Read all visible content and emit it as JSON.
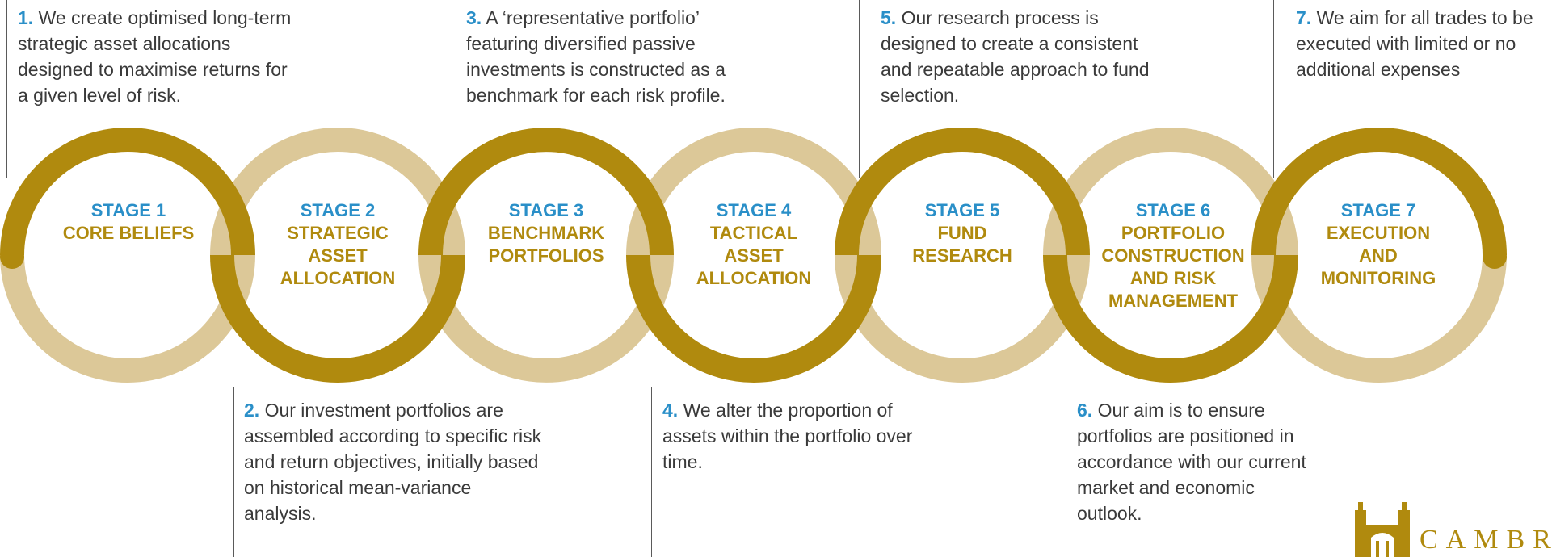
{
  "stages": [
    {
      "label": "STAGE 1",
      "name": "CORE BELIEFS"
    },
    {
      "label": "STAGE 2",
      "name": "STRATEGIC\nASSET\nALLOCATION"
    },
    {
      "label": "STAGE 3",
      "name": "BENCHMARK\nPORTFOLIOS"
    },
    {
      "label": "STAGE 4",
      "name": "TACTICAL\nASSET\nALLOCATION"
    },
    {
      "label": "STAGE 5",
      "name": "FUND\nRESEARCH"
    },
    {
      "label": "STAGE 6",
      "name": "PORTFOLIO\nCONSTRUCTION\nAND RISK\nMANAGEMENT"
    },
    {
      "label": "STAGE 7",
      "name": "EXECUTION\nAND\nMONITORING"
    }
  ],
  "descriptions": [
    {
      "num": "1.",
      "text": "We create optimised long-term strategic asset allocations designed to maximise returns for a given level of risk."
    },
    {
      "num": "2.",
      "text": "Our investment portfolios are assembled according to specific risk and return objectives, initially based on historical mean-variance analysis."
    },
    {
      "num": "3.",
      "text": "A ‘representative portfolio’ featuring diversified passive investments is constructed as a benchmark for each risk profile."
    },
    {
      "num": "4.",
      "text": "We alter the proportion of assets within the portfolio over time."
    },
    {
      "num": "5.",
      "text": "Our research process is designed to create a consistent and repeatable approach to fund selection."
    },
    {
      "num": "6.",
      "text": "Our aim is to ensure portfolios are positioned in accordance with our current market and economic outlook."
    },
    {
      "num": "7.",
      "text": "We aim for all trades to be executed with limited or no additional expenses"
    }
  ],
  "logo": {
    "text": "CAMBRI"
  },
  "colors": {
    "gold": "#b08a0e",
    "light_gold": "#dcc898",
    "blue": "#2a8fc8",
    "text": "#3a3a3a"
  }
}
